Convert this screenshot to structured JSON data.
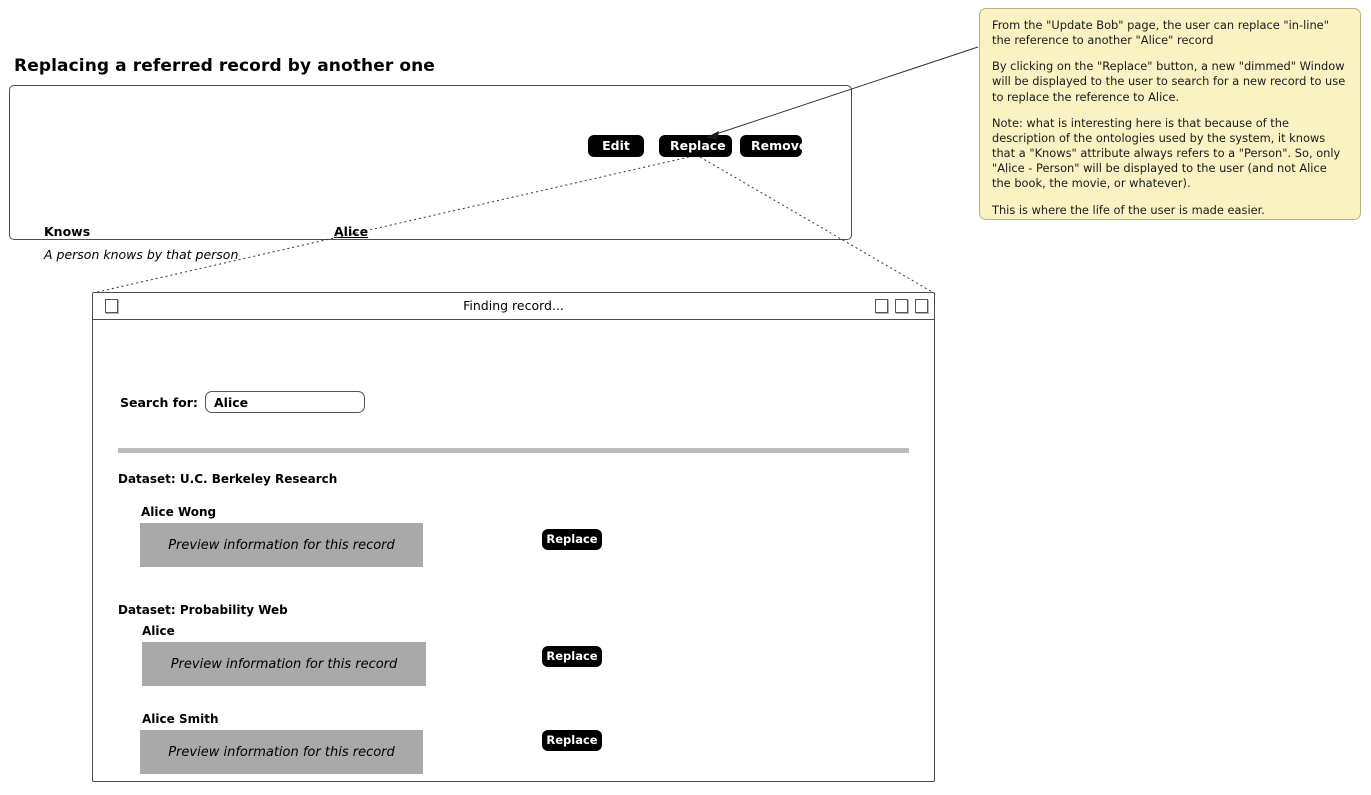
{
  "page_title": "Replacing a referred record by another one",
  "record_panel": {
    "attribute_name": "Knows",
    "attribute_description": "A person knows by that person",
    "attribute_value": "Alice",
    "buttons": {
      "edit": "Edit",
      "replace": "Replace",
      "remove": "Remove"
    }
  },
  "annotation": {
    "paragraphs": [
      "From the \"Update Bob\" page, the user can replace \"in-line\" the reference to another \"Alice\" record",
      "By clicking on the \"Replace\" button, a new \"dimmed\" Window will be displayed to the user to search for a new record to use to replace the reference to Alice.",
      "Note: what is interesting here is that because of the description of the ontologies used by the system, it knows that a \"Knows\" attribute always refers to a \"Person\". So, only \"Alice - Person\" will be displayed to the user (and not Alice the book, the movie, or whatever).",
      "This is where the life of the user is made easier."
    ],
    "background_color": "#fbf2c4",
    "border_color": "#b8b08a"
  },
  "dialog": {
    "title": "Finding record...",
    "window_controls": [
      "window-menu",
      "minimize",
      "maximize",
      "close"
    ],
    "search": {
      "label": "Search for:",
      "value": "Alice",
      "placeholder": "Alice"
    },
    "datasets": [
      {
        "title": "Dataset: U.C. Berkeley Research",
        "records": [
          {
            "name": "Alice Wong",
            "preview": "Preview information for this record",
            "replace_label": "Replace"
          }
        ]
      },
      {
        "title": "Dataset: Probability Web",
        "records": [
          {
            "name": "Alice",
            "preview": "Preview information for this record",
            "replace_label": "Replace"
          },
          {
            "name": "Alice Smith",
            "preview": "Preview information for this record",
            "replace_label": "Replace"
          }
        ]
      }
    ]
  },
  "colors": {
    "button_black": "#000000",
    "preview_gray": "#a9a9a9",
    "divider_gray": "#bcbcbc",
    "panel_border": "#4c4c4c"
  }
}
